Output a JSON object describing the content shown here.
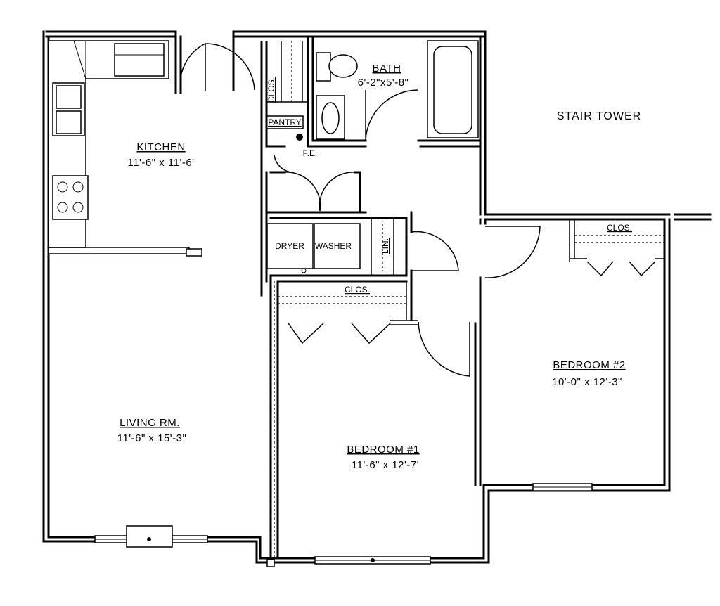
{
  "rooms": {
    "kitchen": {
      "name": "KITCHEN",
      "dims": "11'-6\" x 11'-6'"
    },
    "bath": {
      "name": "BATH",
      "dims": "6'-2\"x5'-8\""
    },
    "living": {
      "name": "LIVING RM.",
      "dims": "11'-6\" x 15'-3\""
    },
    "bedroom1": {
      "name": "BEDROOM #1",
      "dims": "11'-6\" x 12'-7'"
    },
    "bedroom2": {
      "name": "BEDROOM #2",
      "dims": "10'-0\" x 12'-3\""
    }
  },
  "labels": {
    "stair_tower": "STAIR TOWER",
    "clos_bath": "CLOS.",
    "pantry": "PANTRY",
    "fe": "F.E.",
    "dryer": "DRYER",
    "washer": "WASHER",
    "lin": "LIN.",
    "clos_hall": "CLOS.",
    "clos_bed2": "CLOS."
  }
}
